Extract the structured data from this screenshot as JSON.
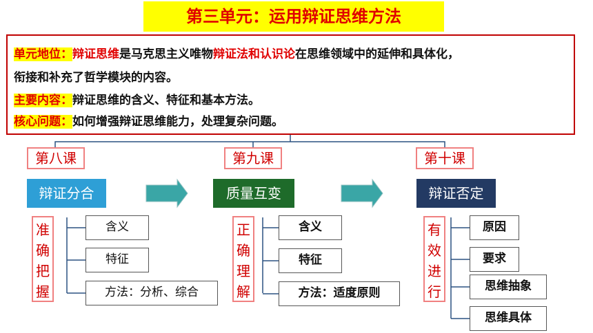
{
  "title": "第三单元：运用辩证思维方法",
  "intro": {
    "line1": {
      "label": "单元地位：",
      "term1": "辩证思维",
      "text1": "是马克思主义唯物",
      "term2": "辩证法和认识论",
      "text2": "在思维领域中的延伸和具体化，"
    },
    "line2": "衔接和补充了哲学模块的内容。",
    "line3": {
      "label": "主要内容：",
      "text": "辩证思维的含义、特征和基本方法。"
    },
    "line4": {
      "label": "核心问题：",
      "text": "如何增强辩证思维能力，处理复杂问题。"
    }
  },
  "lessons": [
    {
      "lesson": "第八课",
      "topic": "辩证分合",
      "color": "#2e9fd6",
      "vertical": [
        "准",
        "确",
        "把",
        "握"
      ],
      "items": [
        "含义",
        "特征",
        "方法：分析、综合"
      ]
    },
    {
      "lesson": "第九课",
      "topic": "质量互变",
      "color": "#1e6b2a",
      "vertical": [
        "正",
        "确",
        "理",
        "解"
      ],
      "items": [
        "含义",
        "特征",
        "方法：适度原则"
      ]
    },
    {
      "lesson": "第十课",
      "topic": "辩证否定",
      "color": "#233a63",
      "vertical": [
        "有",
        "效",
        "进",
        "行"
      ],
      "items": [
        "原因",
        "要求",
        "思维抽象",
        "思维具体"
      ]
    }
  ],
  "colors": {
    "arrow": "#3aa6a6",
    "accent_red": "#e00000",
    "highlight": "#ffff00"
  }
}
